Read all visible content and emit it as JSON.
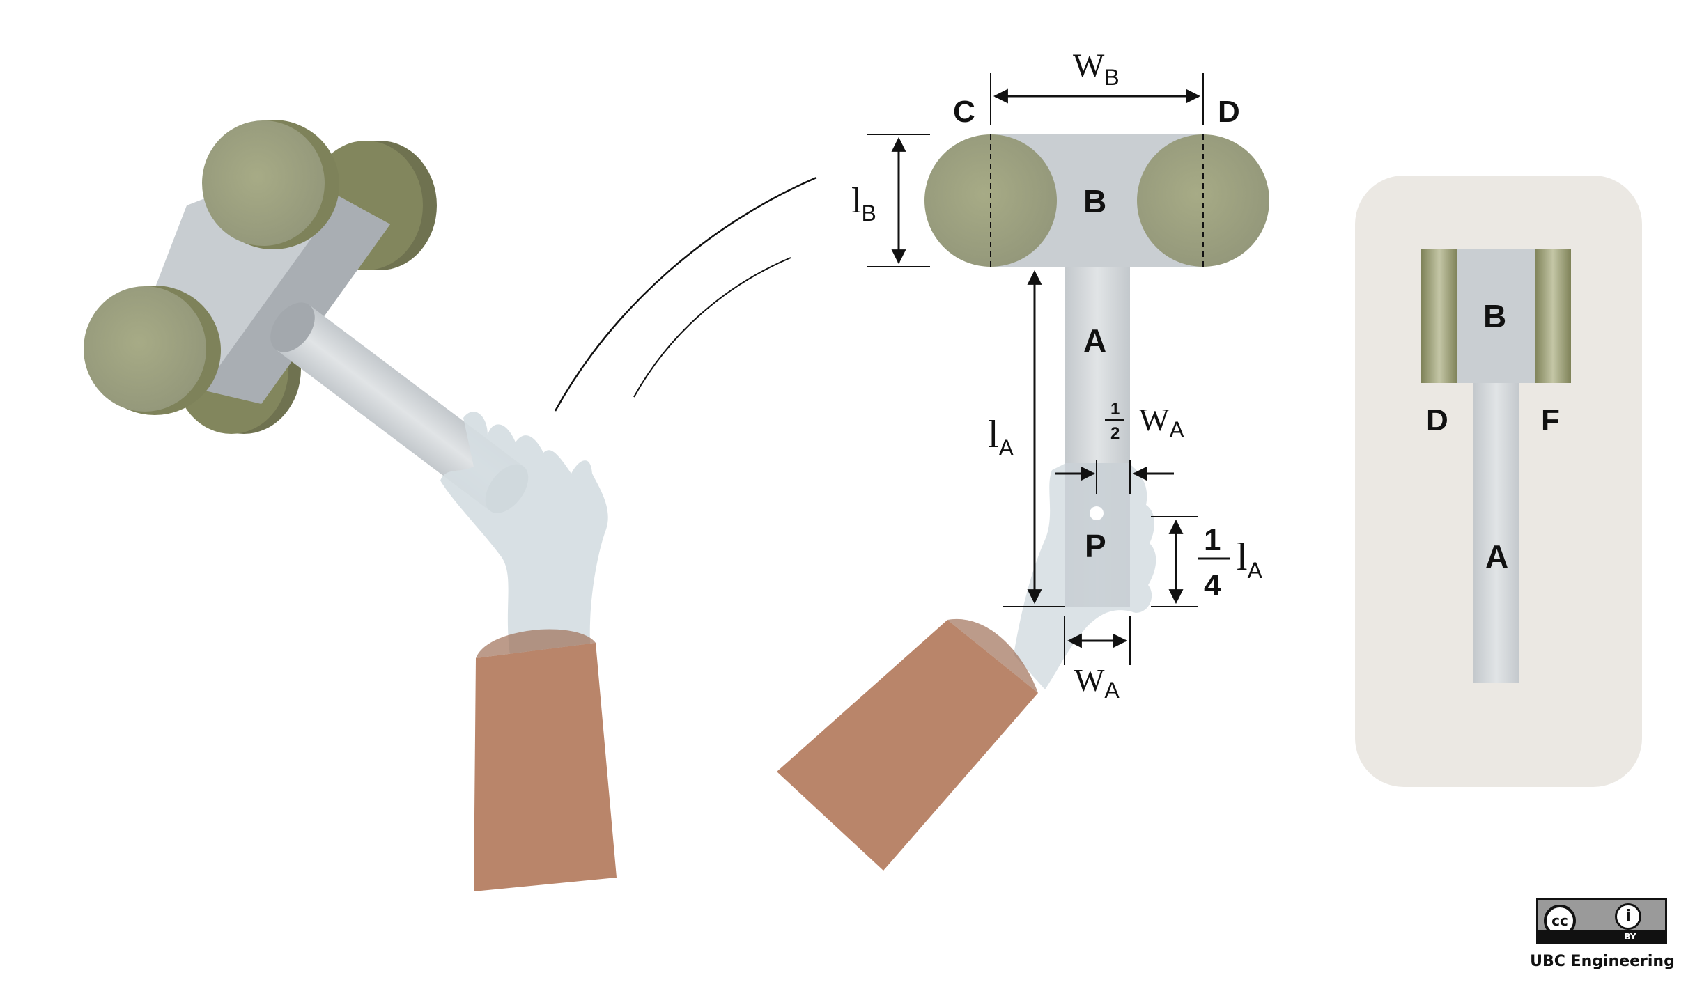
{
  "dimensions": {
    "w_b": "W",
    "w_b_sub": "B",
    "l_b": "l",
    "l_b_sub": "B",
    "l_a": "l",
    "l_a_sub": "A",
    "half_num": "1",
    "half_den": "2",
    "half_w": "W",
    "half_w_sub": "A",
    "quarter_num": "1",
    "quarter_den": "4",
    "quarter_l": "l",
    "quarter_l_sub": "A",
    "w_a": "W",
    "w_a_sub": "A"
  },
  "points": {
    "c": "C",
    "d": "D",
    "b": "B",
    "a": "A",
    "p": "P"
  },
  "side_view": {
    "b": "B",
    "d": "D",
    "f": "F",
    "a": "A"
  },
  "credit": {
    "cc": "cc",
    "by": "BY",
    "by_icon": "i",
    "org": "UBC Engineering"
  },
  "colors": {
    "disc": "#9da27c",
    "disc_dark": "#6f7250",
    "metal": "#c9ced2",
    "metal_dark": "#a6abb0",
    "glove": "#d5dde2",
    "sleeve": "#b9856a",
    "panel": "#ebe8e3"
  }
}
